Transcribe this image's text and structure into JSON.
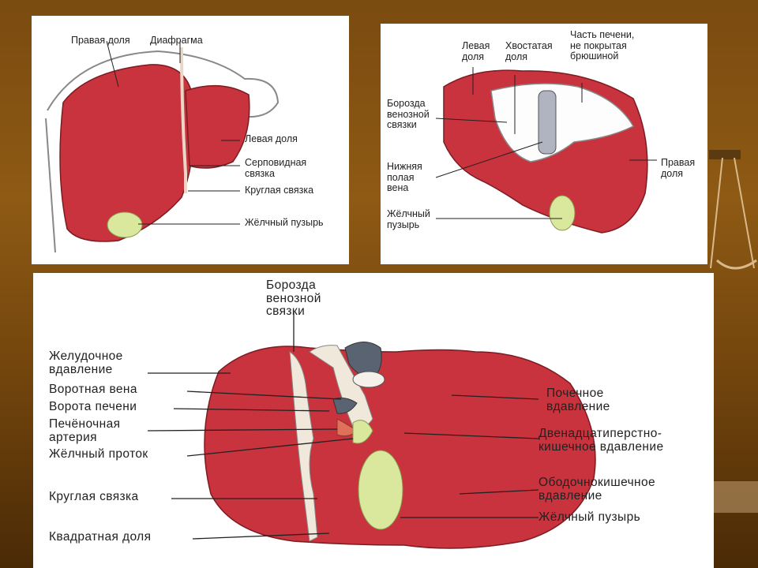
{
  "panel_front": {
    "labels": {
      "right_lobe": "Правая доля",
      "diaphragm": "Диафрагма",
      "left_lobe": "Левая доля",
      "falciform": "Серповидная\nсвязка",
      "round_ligament": "Круглая связка",
      "gallbladder": "Жёлчный пузырь"
    }
  },
  "panel_back": {
    "labels": {
      "left_lobe": "Левая\nдоля",
      "caudate_lobe": "Хвостатая\nдоля",
      "bare_area": "Часть печени,\nне покрытая\nбрюшиной",
      "venous_groove": "Борозда\nвенозной\nсвязки",
      "ivc": "Нижняя\nполая\nвена",
      "gallbladder": "Жёлчный\nпузырь",
      "right_lobe": "Правая\nдоля"
    }
  },
  "panel_inferior": {
    "labels": {
      "venous_groove": "Борозда\nвенозной\nсвязки",
      "gastric": "Желудочное\nвдавление",
      "portal_vein": "Воротная вена",
      "porta_hepatis": "Ворота печени",
      "hepatic_artery": "Печёночная\nартерия",
      "bile_duct": "Жёлчный проток",
      "round_ligament": "Круглая связка",
      "quadrate_lobe": "Квадратная доля",
      "renal": "Почечное\nвдавление",
      "duodenal": "Двенадцатиперстно-\nкишечное вдавление",
      "colic": "Ободочнокишечное\nвдавление",
      "gallbladder": "Жёлчный пузырь"
    }
  },
  "colors": {
    "liver": "#c8333d",
    "liver_dark": "#9e2730",
    "gallbladder": "#d9e89c",
    "vein": "#5a6372",
    "artery": "#e0705a",
    "background": "#7a4b10"
  }
}
